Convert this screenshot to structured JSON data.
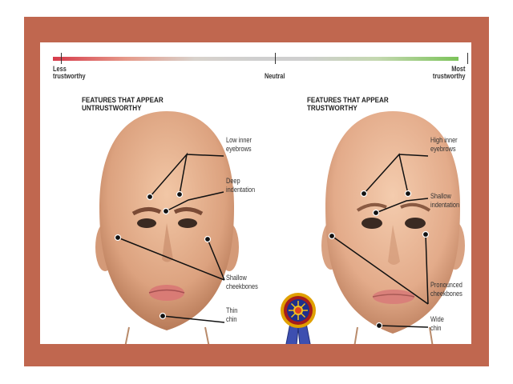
{
  "scale": {
    "left_label": [
      "Less",
      "trustworthy"
    ],
    "center_label": "Neutral",
    "right_label": [
      "Most",
      "trustworthy"
    ]
  },
  "left_face": {
    "heading": [
      "FEATURES THAT APPEAR",
      "UNTRUSTWORTHY"
    ],
    "callouts": {
      "inner_eyebrows": [
        "Low inner",
        "eyebrows"
      ],
      "indentation": [
        "Deep",
        "indentation"
      ],
      "cheekbones": [
        "Shallow",
        "cheekbones"
      ],
      "chin": [
        "Thin",
        "chin"
      ]
    }
  },
  "right_face": {
    "heading": [
      "FEATURES THAT APPEAR",
      "TRUSTWORTHY"
    ],
    "callouts": {
      "inner_eyebrows": [
        "High inner",
        "eyebrows"
      ],
      "indentation": [
        "Shallow",
        "indentation"
      ],
      "cheekbones": [
        "Pronounced",
        "cheekbones"
      ],
      "chin": [
        "Wide",
        "chin"
      ]
    }
  },
  "colors": {
    "frame": "#c0674f",
    "skin": "#e7b795",
    "scale_low": "#d63a4a",
    "scale_high": "#7cc35a",
    "badge_ring": "#e0a000",
    "badge_center": "#1e2f8c"
  },
  "icons": [
    "award-ribbon-icon"
  ]
}
